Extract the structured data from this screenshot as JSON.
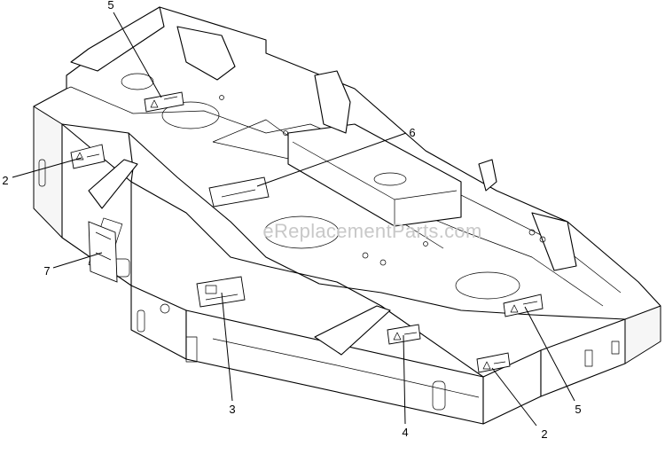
{
  "watermark": "eReplacementParts.com",
  "callouts": [
    {
      "id": "c5a",
      "label": "5"
    },
    {
      "id": "c6",
      "label": "6"
    },
    {
      "id": "c2a",
      "label": "2"
    },
    {
      "id": "c7",
      "label": "7"
    },
    {
      "id": "c3",
      "label": "3"
    },
    {
      "id": "c4",
      "label": "4"
    },
    {
      "id": "c2b",
      "label": "2"
    },
    {
      "id": "c5b",
      "label": "5"
    }
  ]
}
